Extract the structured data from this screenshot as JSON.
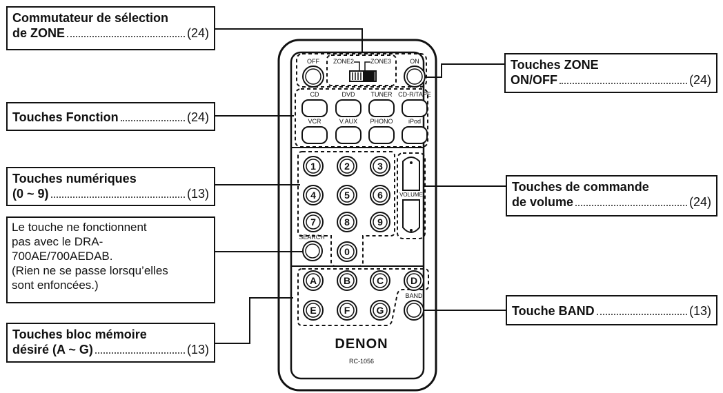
{
  "callouts": {
    "zone_switch": {
      "line1": "Commutateur de sélection",
      "line2": "de ZONE",
      "page": "(24)"
    },
    "zone_onoff": {
      "line1": "Touches ZONE",
      "line2": "ON/OFF",
      "page": "(24)"
    },
    "function": {
      "line1": "Touches Fonction",
      "page": "(24)"
    },
    "numeric": {
      "line1": "Touches numériques",
      "line2": "(0 ~ 9)",
      "page": "(13)"
    },
    "volume": {
      "line1": "Touches de commande",
      "line2": "de volume",
      "page": "(24)"
    },
    "note": {
      "lines": [
        "Le touche ne fonctionnent",
        "pas avec le DRA-",
        "700AE/700AEDAB.",
        "(Rien ne se passe lorsqu’elles",
        "sont enfoncées.)"
      ]
    },
    "band": {
      "line1": "Touche BAND",
      "page": "(13)"
    },
    "memory": {
      "line1": "Touches bloc mémoire",
      "line2": "désiré (A ~ G)",
      "page": "(13)"
    }
  },
  "remote": {
    "zone_off": "OFF",
    "zone_on": "ON",
    "zone2": "ZONE2",
    "zone3": "ZONE3",
    "function_top": [
      "CD",
      "DVD",
      "TUNER",
      "CD-R/TAPE"
    ],
    "function_bottom": [
      "VCR",
      "V.AUX",
      "PHONO",
      "iPod"
    ],
    "numbers": [
      "1",
      "2",
      "3",
      "4",
      "5",
      "6",
      "7",
      "8",
      "9"
    ],
    "zero": "0",
    "search": "SEARCH",
    "volume": "VOLUME",
    "memory_top": [
      "A",
      "B",
      "C",
      "D"
    ],
    "memory_bottom": [
      "E",
      "F",
      "G"
    ],
    "band": "BAND",
    "brand": "DENON",
    "model": "RC-1056"
  }
}
